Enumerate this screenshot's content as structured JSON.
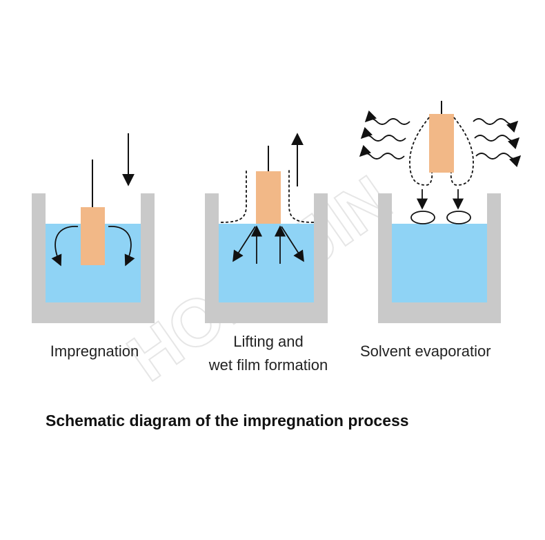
{
  "watermark": "HONGJIN",
  "stages": [
    {
      "id": "impregnation",
      "label_lines": [
        "Impregnation"
      ]
    },
    {
      "id": "lifting",
      "label_lines": [
        "Lifting and",
        "wet film formation"
      ]
    },
    {
      "id": "evaporation",
      "label_lines": [
        "Solvent evaporatior"
      ]
    }
  ],
  "caption": "Schematic diagram of the impregnation process",
  "colors": {
    "container": "#c9c9c9",
    "liquid": "#8fd3f5",
    "sample": "#f2b887",
    "line": "#111111"
  }
}
